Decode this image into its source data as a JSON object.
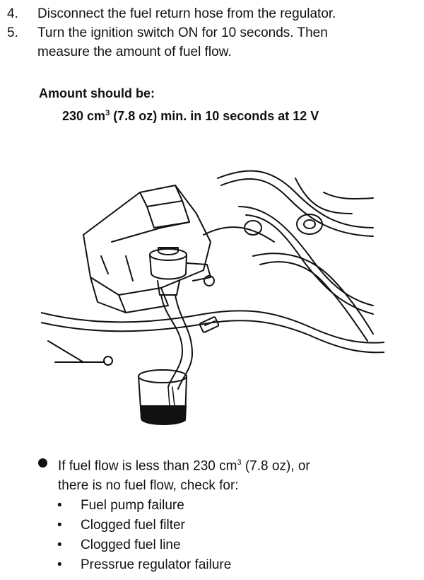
{
  "steps": [
    {
      "num": "4.",
      "text": "Disconnect the fuel return hose from the regulator."
    },
    {
      "num": "5.",
      "line1": "Turn the ignition switch ON for 10 seconds. Then",
      "line2": "measure the amount of fuel flow."
    }
  ],
  "spec": {
    "label": "Amount should be:",
    "value_pre": "230 cm",
    "value_sup": "3",
    "value_post": " (7.8 oz) min. in 10 seconds at 12 V"
  },
  "figure": {
    "icon": "engine-fuel-flow-test-illustration"
  },
  "note": {
    "line1_pre": "If fuel flow is less than 230 cm",
    "line1_sup": "3",
    "line1_post": " (7.8 oz), or",
    "line2": "there is no fuel flow, check for:",
    "bullet_glyph": "•",
    "items": [
      "Fuel pump failure",
      "Clogged fuel filter",
      "Clogged fuel line",
      "Pressrue regulator failure"
    ]
  }
}
